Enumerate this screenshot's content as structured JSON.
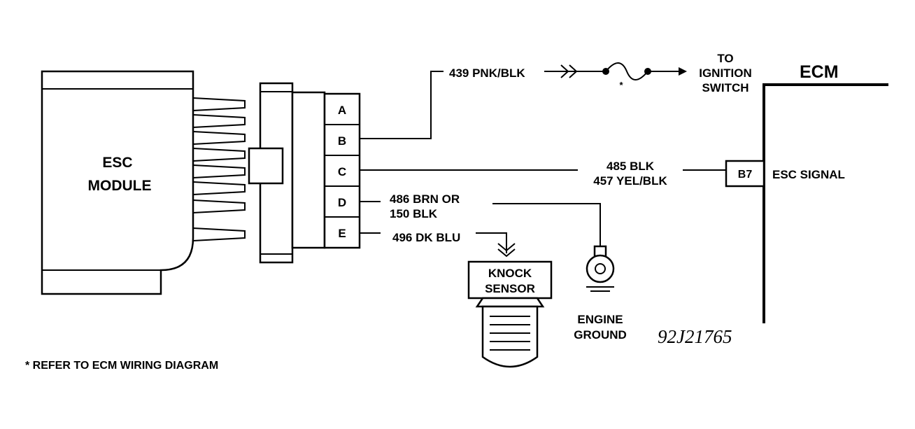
{
  "module": {
    "line1": "ESC",
    "line2": "MODULE"
  },
  "connector": {
    "pins": [
      "A",
      "B",
      "C",
      "D",
      "E"
    ]
  },
  "wires": {
    "b": "439 PNK/BLK",
    "c1": "485 BLK",
    "c2": "457 YEL/BLK",
    "d1": "486 BRN OR",
    "d2": "150 BLK",
    "e": "496 DK BLU"
  },
  "fuse_note_mark": "*",
  "ignition": {
    "line1": "TO",
    "line2": "IGNITION",
    "line3": "SWITCH"
  },
  "ecm": {
    "title": "ECM",
    "pin": "B7",
    "signal": "ESC SIGNAL"
  },
  "knock_sensor": {
    "line1": "KNOCK",
    "line2": "SENSOR"
  },
  "engine_ground": {
    "line1": "ENGINE",
    "line2": "GROUND"
  },
  "figure_id": "92J21765",
  "footnote": "* REFER TO ECM WIRING DIAGRAM"
}
